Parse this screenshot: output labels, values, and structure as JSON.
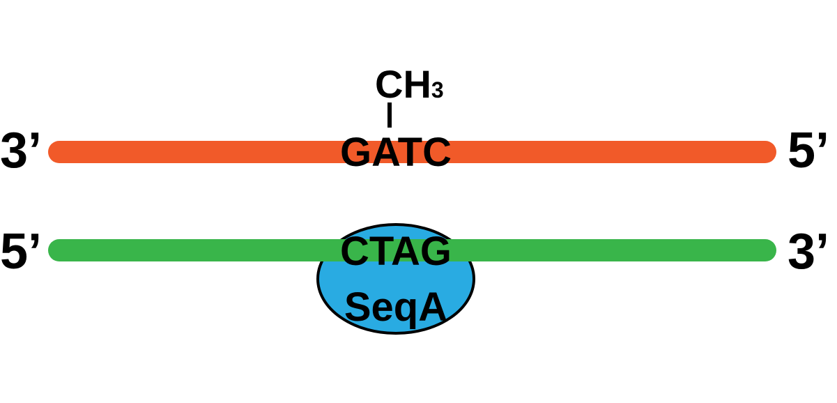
{
  "diagram": {
    "top_strand": {
      "left_end": "3’",
      "right_end": "5’",
      "sequence": "GATC",
      "color": "#F15A29"
    },
    "bottom_strand": {
      "left_end": "5’",
      "right_end": "3’",
      "sequence": "CTAG",
      "color": "#39B54A"
    },
    "methyl": {
      "main": "CH",
      "subscript": "3"
    },
    "protein": {
      "label": "SeqA",
      "fill_color": "#29ABE2",
      "stroke_color": "#000000"
    }
  }
}
